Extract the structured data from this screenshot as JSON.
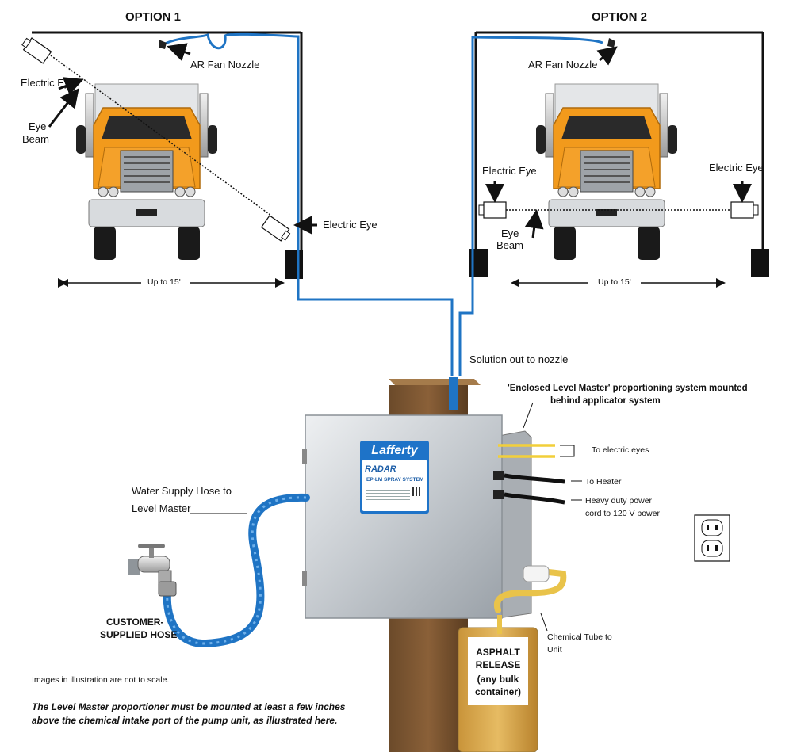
{
  "option1": {
    "title": "OPTION 1",
    "nozzle_label": "AR Fan Nozzle",
    "eye_top_label": "Electric Eye",
    "eye_beam_label_1": "Eye",
    "eye_beam_label_2": "Beam",
    "eye_right_label": "Electric Eye",
    "width_label": "Up to 15'"
  },
  "option2": {
    "title": "OPTION 2",
    "nozzle_label": "AR Fan Nozzle",
    "eye_left_label": "Electric Eye",
    "eye_right_label": "Electric Eye",
    "eye_beam_label_1": "Eye",
    "eye_beam_label_2": "Beam",
    "width_label": "Up to 15'"
  },
  "unit": {
    "solution_label": "Solution out to nozzle",
    "level_master_1": "'Enclosed Level Master' proportioning system mounted",
    "level_master_2": "behind applicator system",
    "to_electric_eyes": "To electric eyes",
    "to_heater": "To Heater",
    "power_cord_1": "Heavy duty power",
    "power_cord_2": "cord to 120 V power",
    "water_supply_1": "Water Supply Hose to",
    "water_supply_2": "Level Master",
    "customer_hose_1": "CUSTOMER-",
    "customer_hose_2": "SUPPLIED HOSE",
    "chemical_tube_1": "Chemical Tube to",
    "chemical_tube_2": "Unit",
    "container_1": "ASPHALT",
    "container_2": "RELEASE",
    "container_3": "(any bulk",
    "container_4": "container)",
    "plate_brand": "Lafferty",
    "plate_product": "RADAR",
    "plate_system": "EP-LM SPRAY SYSTEM"
  },
  "notes": {
    "scale_note": "Images in illustration are not to scale.",
    "mount_note": "The Level Master proportioner must be mounted at least a few inches above the chemical intake port of the pump unit, as illustrated here."
  },
  "colors": {
    "hose_blue": "#1f74c4",
    "truck_orange": "#f29a1c",
    "chemical_amber": "#d9a84a",
    "tube_yellow": "#f2cf3a",
    "steel": "#c9ced3"
  }
}
